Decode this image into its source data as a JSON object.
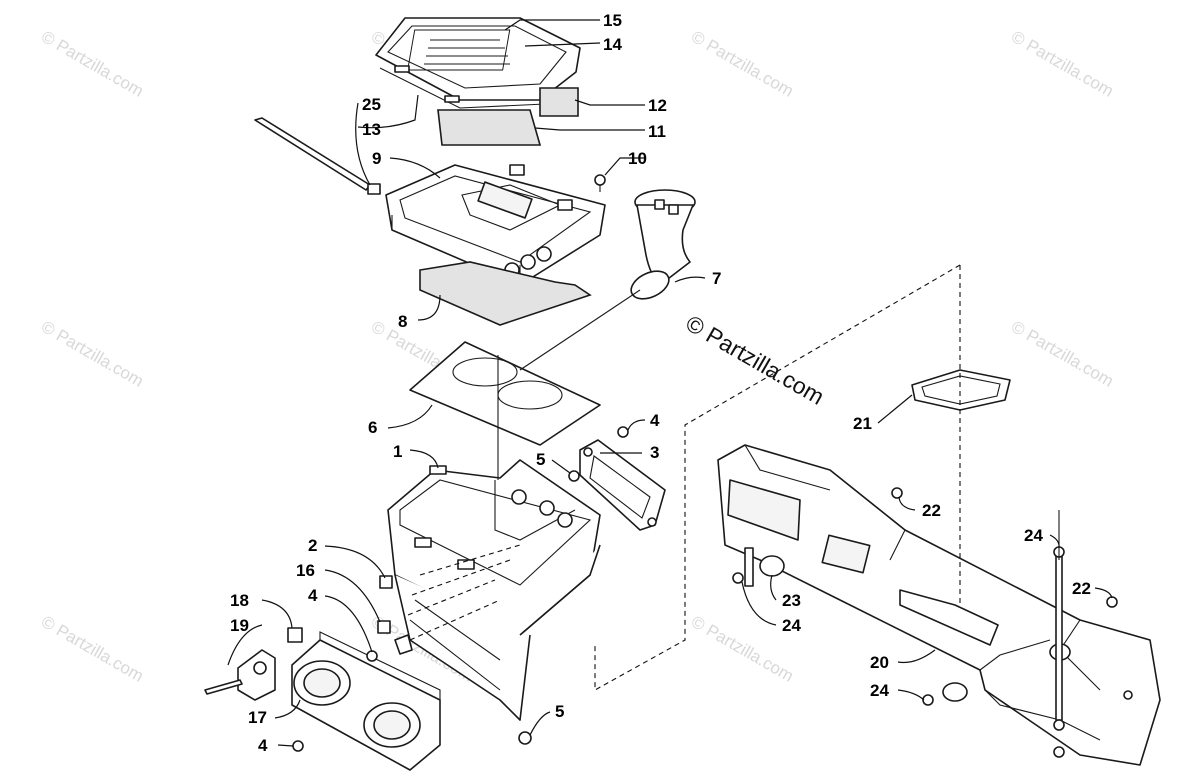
{
  "watermark": {
    "small_text": "© Partzilla.com",
    "main_text": "© Partzilla.com"
  },
  "callouts": {
    "c1": "1",
    "c2": "2",
    "c3": "3",
    "c4a": "4",
    "c4b": "4",
    "c4c": "4",
    "c5a": "5",
    "c5b": "5",
    "c6": "6",
    "c7": "7",
    "c8": "8",
    "c9": "9",
    "c10": "10",
    "c11": "11",
    "c12": "12",
    "c13": "13",
    "c14": "14",
    "c15": "15",
    "c16": "16",
    "c17": "17",
    "c18": "18",
    "c19": "19",
    "c20": "20",
    "c21": "21",
    "c22a": "22",
    "c22b": "22",
    "c23": "23",
    "c24a": "24",
    "c24b": "24",
    "c24c": "24",
    "c25": "25"
  },
  "colors": {
    "line": "#1a1a1a",
    "watermark": "#d8d8d8",
    "foam": "#e3e3e3"
  }
}
